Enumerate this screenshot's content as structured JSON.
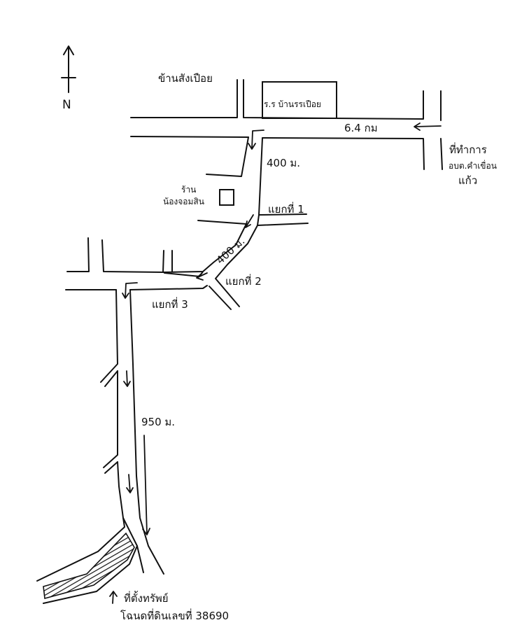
{
  "north_label": "N",
  "labels": {
    "village": "ข้านสังเปือย",
    "school": "ร.ร บ้านรรเปือย",
    "distance_road": "6.4 กม",
    "office_line1": "ที่ทำการ",
    "office_line2": "อบต.คำเขื่อน",
    "office_line3": "แก้ว",
    "dist_400_a": "400 ม.",
    "shop_line1": "ร้าน",
    "shop_line2": "น้องจอมสิน",
    "junction_1": "แยกที่ 1",
    "dist_400_b": "400 ม.",
    "junction_2": "แยกที่ 2",
    "junction_3": "แยกที่ 3",
    "dist_950": "950 ม.",
    "plot_line1": "ที่ตั้งทรัพย์",
    "plot_line2": "โฉนดที่ดินเลขที่ 38690"
  },
  "colors": {
    "ink": "#111111",
    "paper": "#ffffff"
  },
  "icons": [
    "north-arrow-icon",
    "route-arrow-icon",
    "plot-hatch-icon"
  ]
}
